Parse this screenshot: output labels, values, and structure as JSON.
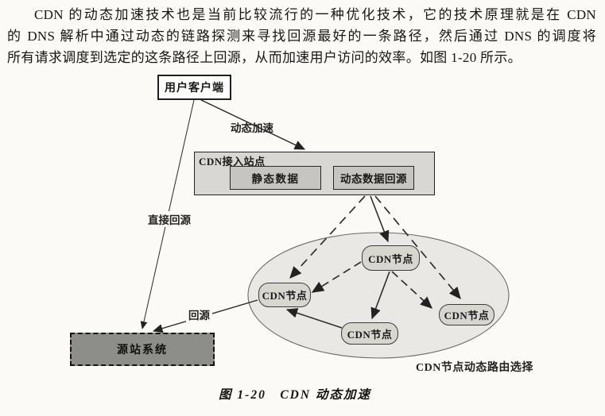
{
  "colors": {
    "page_bg": "#fbfaf6",
    "ink": "#1a1a1a",
    "access_box_fill": "#d8d7d3",
    "inner_box_fill": "#c6c5c1",
    "ellipse_fill": "#eae8e4",
    "node_fill": "#d8d6d1",
    "origin_fill": "#8d8d89",
    "line": "#2e2e2e"
  },
  "paragraph": {
    "lines": [
      "CDN 的动态加速技术也是当前比较流行的一种优化技术，它的技术原理就是在 CDN",
      "的 DNS 解析中通过动态的链路探测来寻找回源最好的一条路径，然后通过 DNS 的调度将",
      "所有请求调度到选定的这条路径上回源，从而加速用户访问的效率。如图 1-20 所示。"
    ]
  },
  "diagram": {
    "user_client": "用户客户端",
    "access_site": {
      "title": "CDN接入站点",
      "static_label": "静态数据",
      "dynamic_label": "动态数据回源"
    },
    "nodes": [
      "CDN节点",
      "CDN节点",
      "CDN节点",
      "CDN节点"
    ],
    "origin": "源站系统",
    "labels": {
      "dynamic_accel": "动态加速",
      "direct_back": "直接回源",
      "back_to_origin": "回源",
      "routing": "CDN节点动态路由选择"
    }
  },
  "caption": "图 1-20　CDN 动态加速"
}
